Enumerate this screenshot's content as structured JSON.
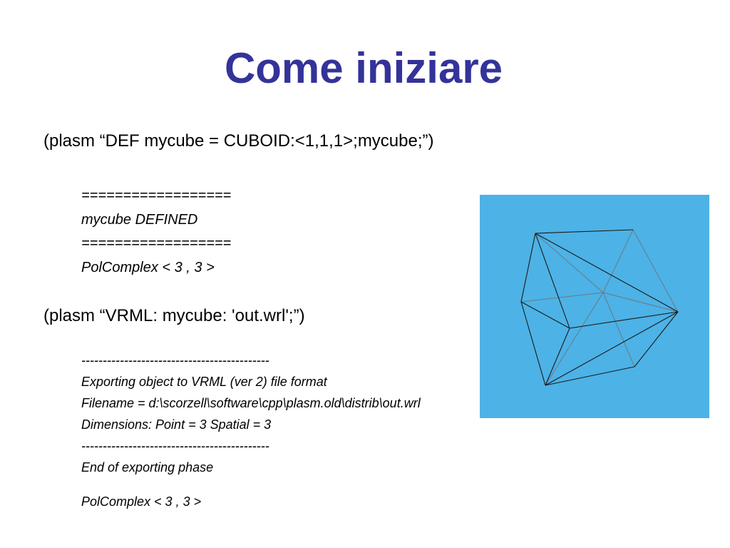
{
  "slide": {
    "title": "Come iniziare",
    "command_1": "(plasm “DEF mycube = CUBOID:<1,1,1>;mycube;”)",
    "output_1": [
      "==================",
      "mycube DEFINED",
      "==================",
      "PolComplex < 3 , 3 >"
    ],
    "command_2": "(plasm “VRML: mycube: 'out.wrl';”)",
    "output_2": [
      "--------------------------------------------",
      "Exporting object to VRML (ver 2) file format",
      "Filename = d:\\scorzell\\software\\cpp\\plasm.old\\distrib\\out.wrl",
      "Dimensions:  Point = 3  Spatial = 3",
      "--------------------------------------------",
      "End of exporting phase",
      "",
      "PolComplex < 3 , 3 >"
    ]
  },
  "render": {
    "background_color": "#4DB2E6",
    "edge_color_front": "#1a1a1a",
    "edge_color_back": "#6a7a80"
  }
}
